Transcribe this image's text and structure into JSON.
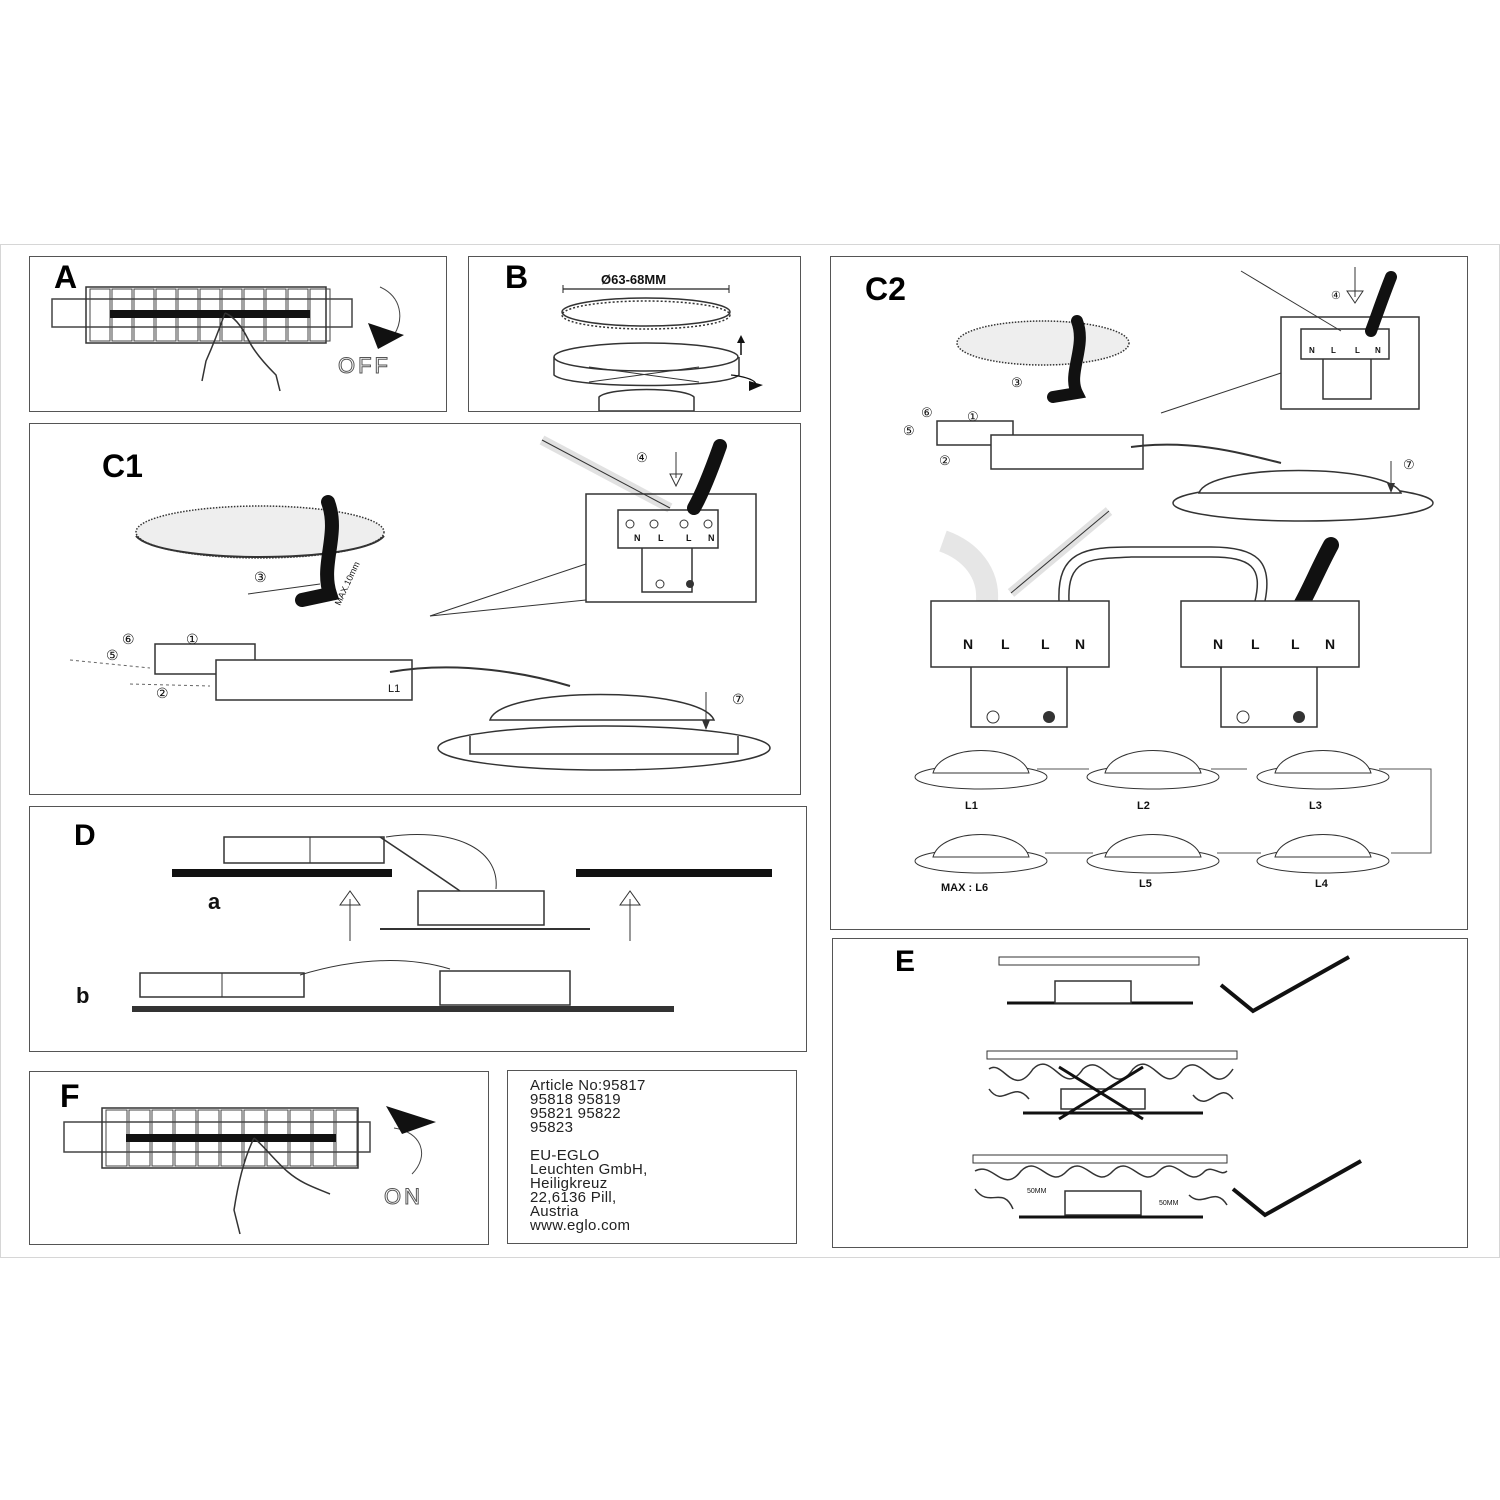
{
  "panels": {
    "A": {
      "letter": "A",
      "state_label": "OFF"
    },
    "B": {
      "letter": "B",
      "diameter_label": "Ø63-68MM"
    },
    "C1": {
      "letter": "C1",
      "step_numbers": [
        "③",
        "④",
        "⑤",
        "⑥",
        "①",
        "②",
        "⑦"
      ],
      "terminal_labels": [
        "N",
        "L",
        "L",
        "N"
      ],
      "block_label": "L1",
      "cable_label": "MAX.10mm"
    },
    "C2": {
      "letter": "C2",
      "step_numbers": [
        "③",
        "④",
        "⑤",
        "⑥",
        "①",
        "②",
        "⑦"
      ],
      "terminal_labels": [
        "N",
        "L",
        "L",
        "N"
      ],
      "terminal_labels_large": [
        "N",
        "L",
        "L",
        "N"
      ],
      "lamp_labels": [
        "L1",
        "L2",
        "L3",
        "MAX : L6",
        "L5",
        "L4"
      ]
    },
    "D": {
      "letter": "D",
      "sub_a": "a",
      "sub_b": "b"
    },
    "E": {
      "letter": "E",
      "clearance_label": "50MM"
    },
    "F": {
      "letter": "F",
      "state_label": "ON"
    }
  },
  "article_info": {
    "lines": [
      "Article No:95817",
      "95818 95819",
      "95821 95822",
      "95823",
      "EU-EGLO",
      "Leuchten GmbH,",
      "Heiligkreuz",
      "22,6136 Pill,",
      "Austria",
      "www.eglo.com"
    ]
  }
}
